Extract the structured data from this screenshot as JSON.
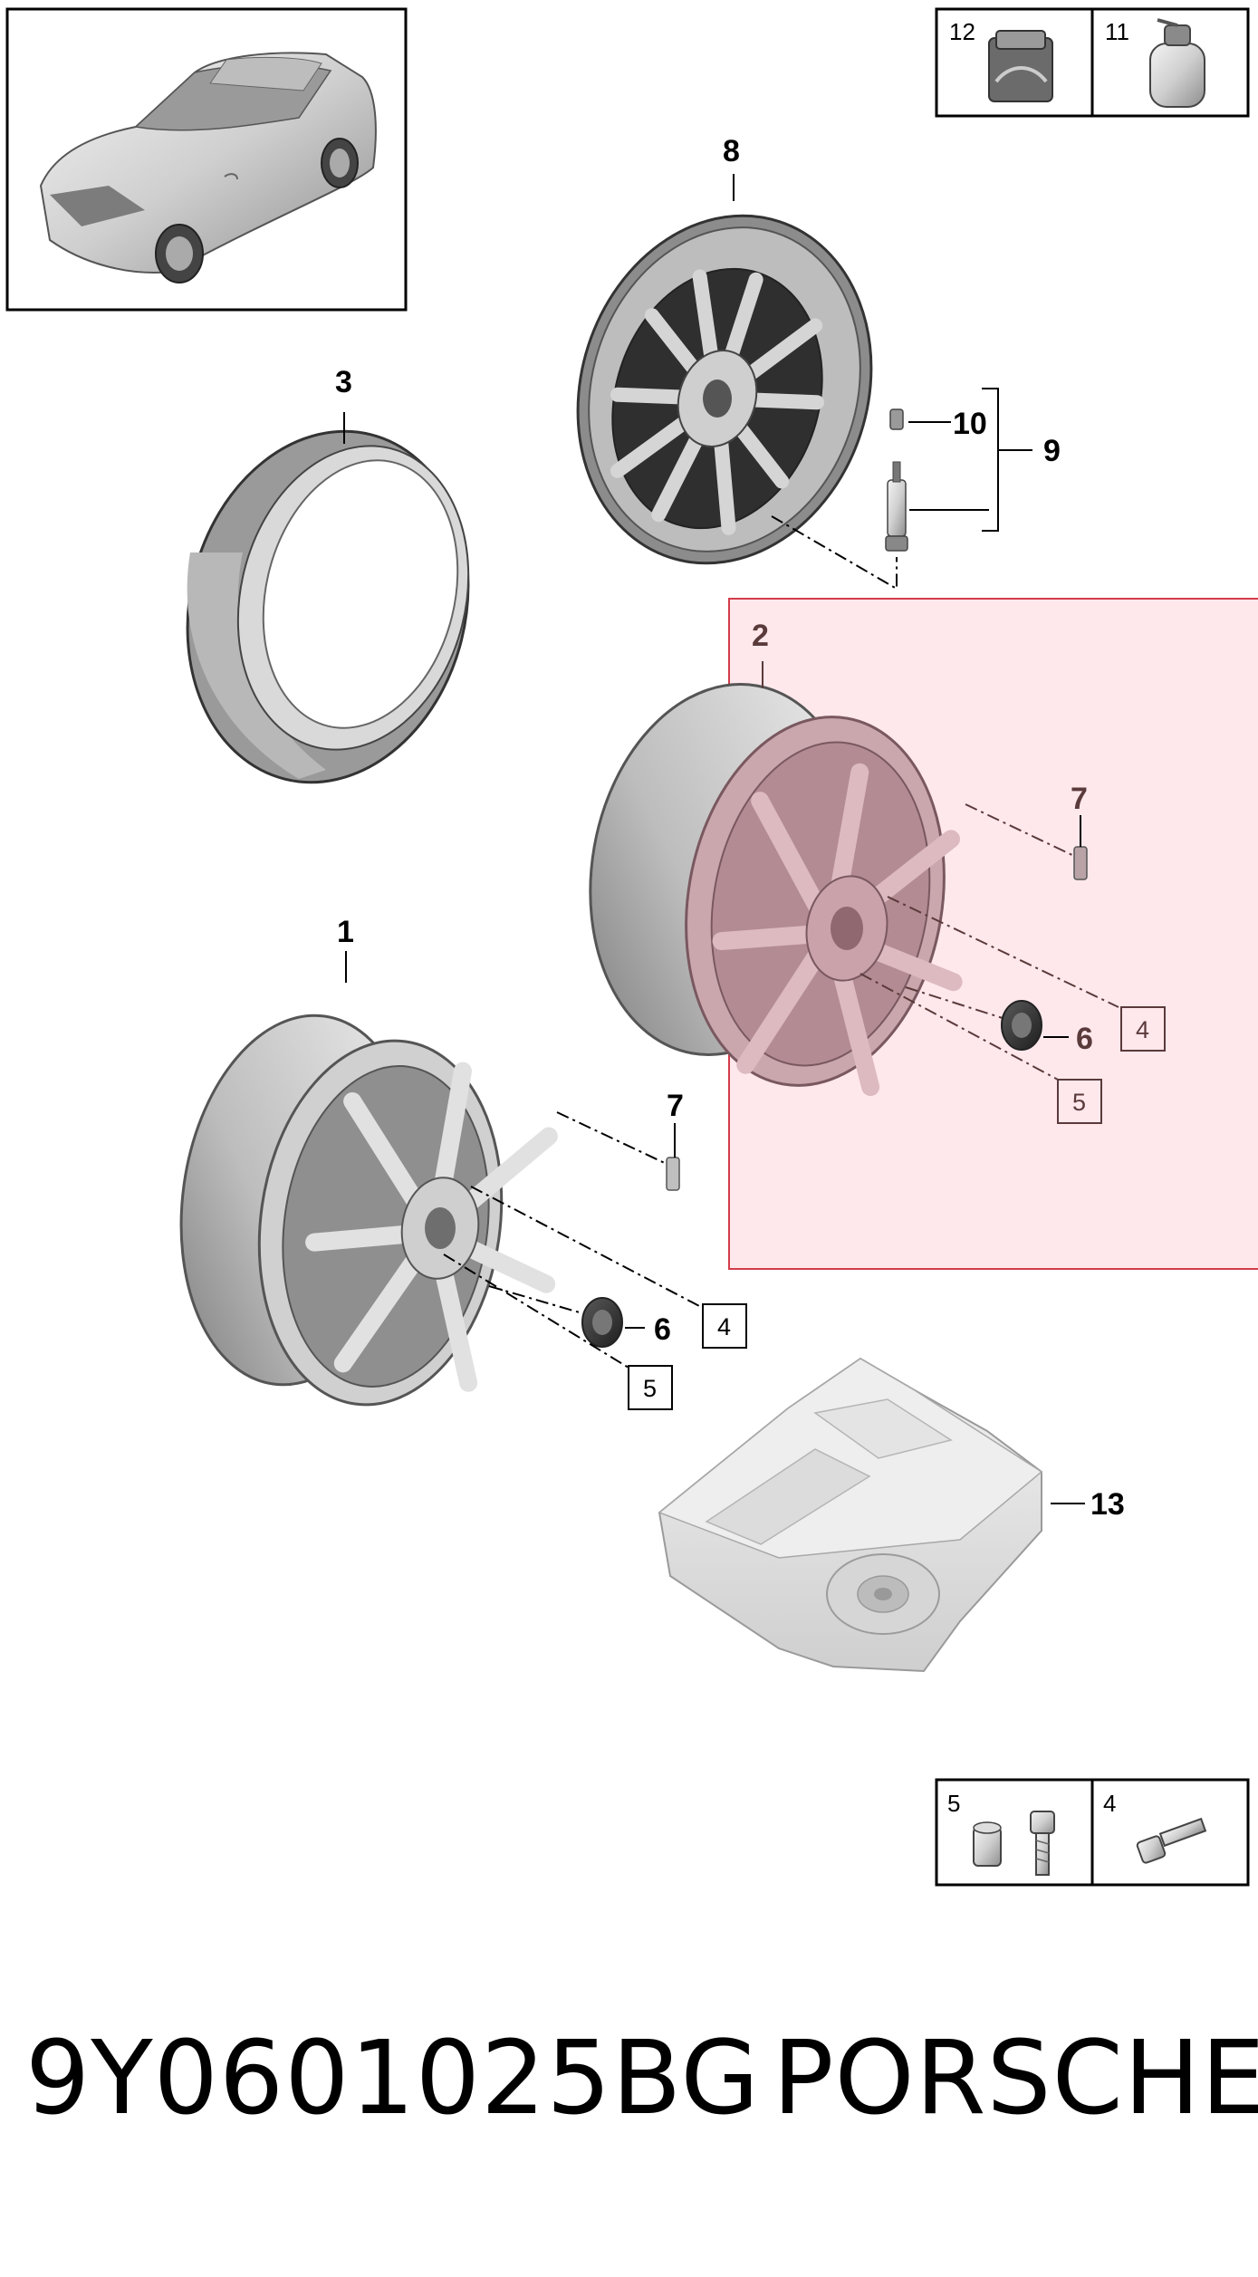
{
  "footer": {
    "part_number": "9Y0601025BG",
    "brand": "PORSCHE"
  },
  "callouts": {
    "c1": "1",
    "c2": "2",
    "c3": "3",
    "c4a": "4",
    "c4b": "4",
    "c5a": "5",
    "c5b": "5",
    "c6a": "6",
    "c6b": "6",
    "c7a": "7",
    "c7b": "7",
    "c8": "8",
    "c9": "9",
    "c10": "10",
    "c13": "13"
  },
  "insets": {
    "top_left_num": "12",
    "top_right_num": "11",
    "bottom_left_num": "5",
    "bottom_right_num": "4"
  },
  "colors": {
    "highlight_fill": "#ffe0e6",
    "highlight_border": "#d23c4a",
    "part_gray": "#c8c8c8",
    "outline": "#333333"
  }
}
